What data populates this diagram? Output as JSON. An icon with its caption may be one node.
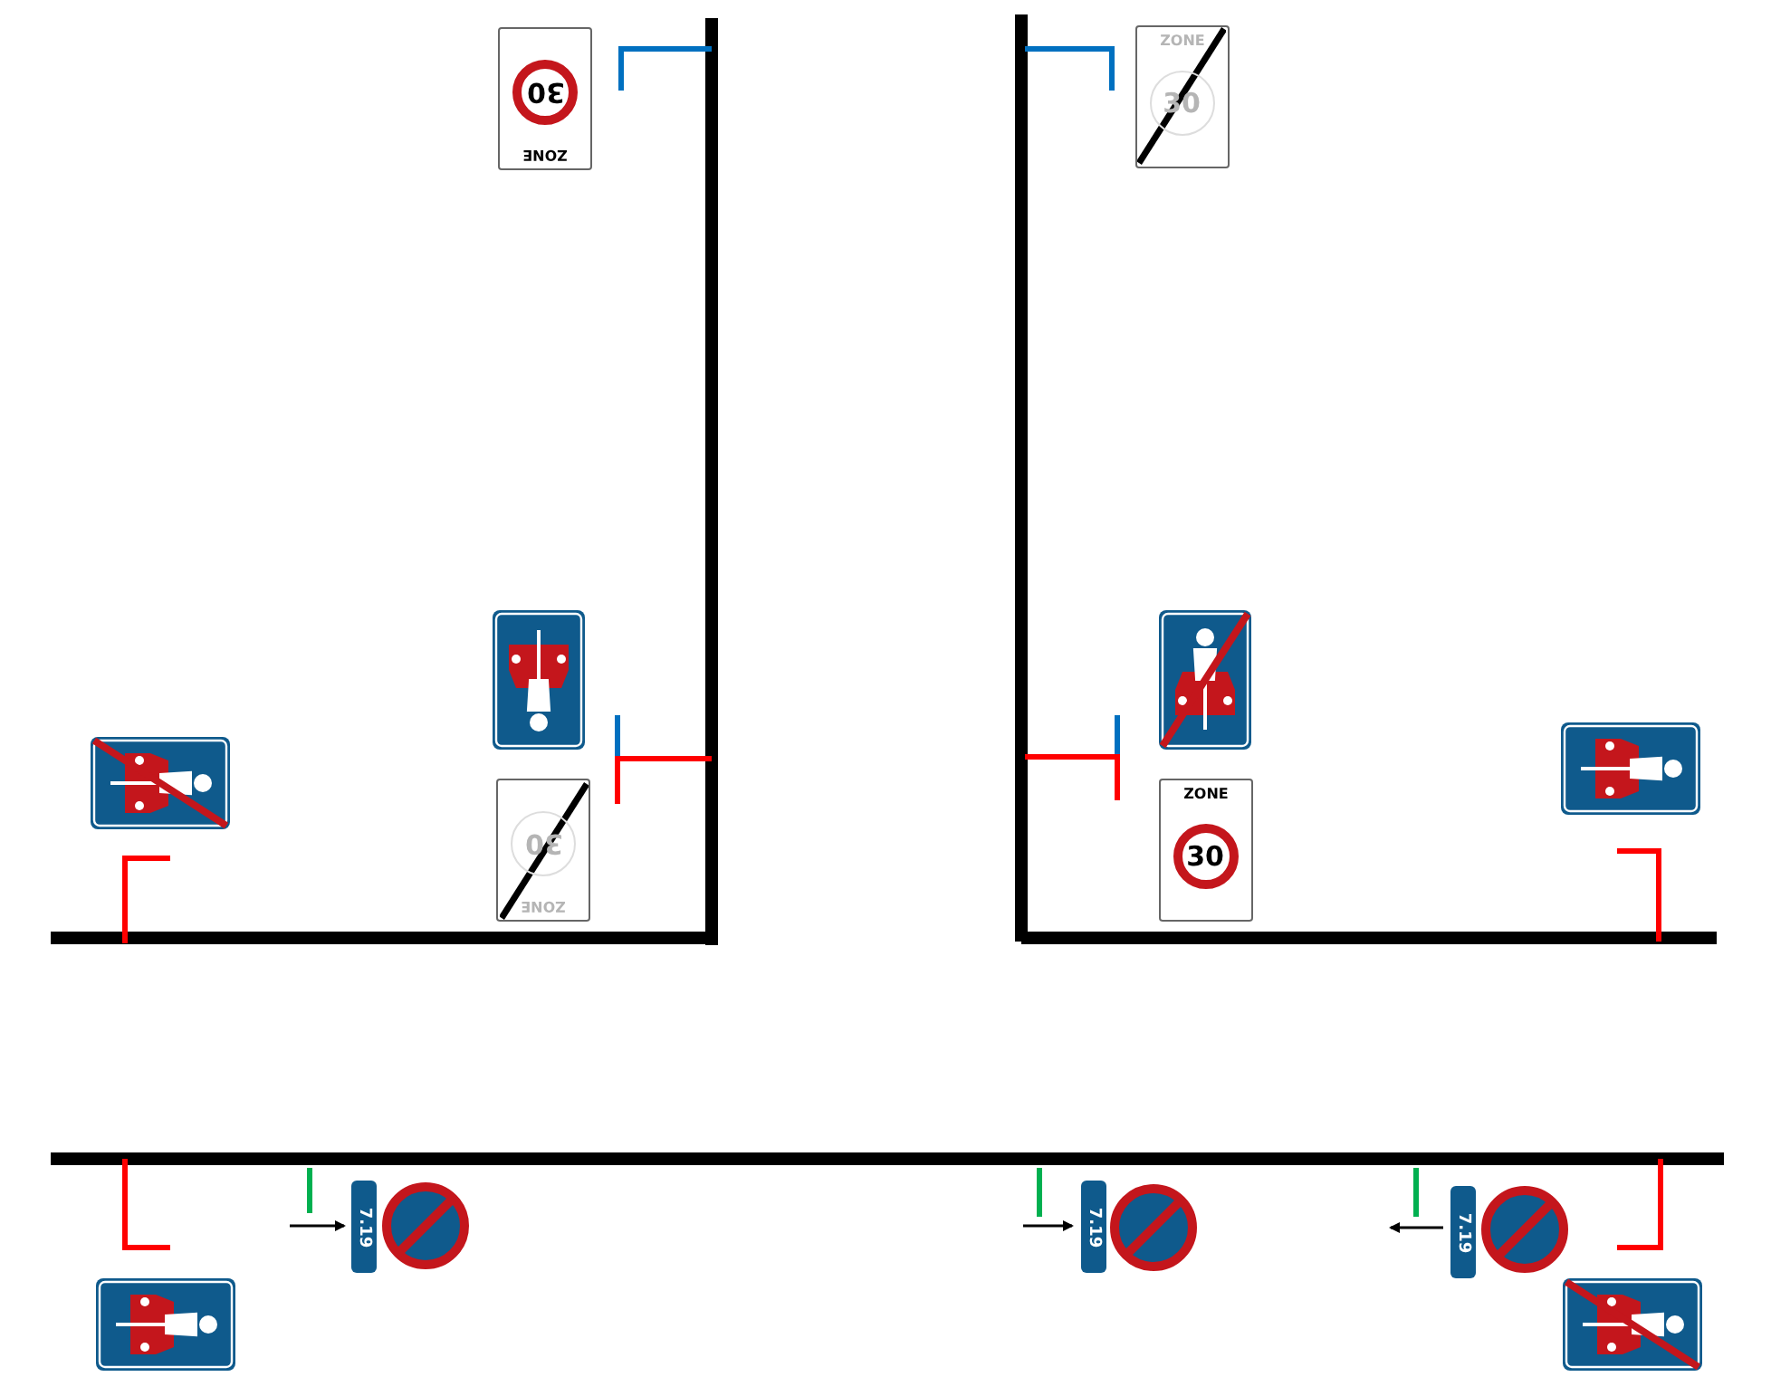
{
  "diagram": {
    "nodes": [
      {
        "text": [
          "ZONE",
          "30"
        ]
      },
      {
        "text": [
          "ZONE",
          "30"
        ]
      },
      {
        "text": [
          "ZONE",
          "30"
        ]
      },
      {
        "text": [
          "ZONE",
          "30"
        ]
      },
      {
        "text": [
          "7.19"
        ]
      },
      {
        "text": [
          "7.19"
        ]
      },
      {
        "text": [
          "7.19"
        ]
      }
    ]
  }
}
